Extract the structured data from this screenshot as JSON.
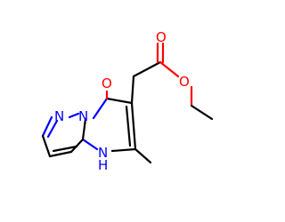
{
  "molecule": {
    "atom_labels": {
      "carbonyl_oxygen": "O",
      "ester_carbonyl_oxygen": "O",
      "ester_ether_oxygen": "O",
      "bridge_nitrogen": "N",
      "pyrazole_nitrogen": "N",
      "amine_nitrogen": "N",
      "amine_hydrogen": "H"
    },
    "colors": {
      "bond": "#000000",
      "oxygen": "#ff0000",
      "nitrogen": "#0000ff",
      "background": "#ffffff"
    }
  }
}
